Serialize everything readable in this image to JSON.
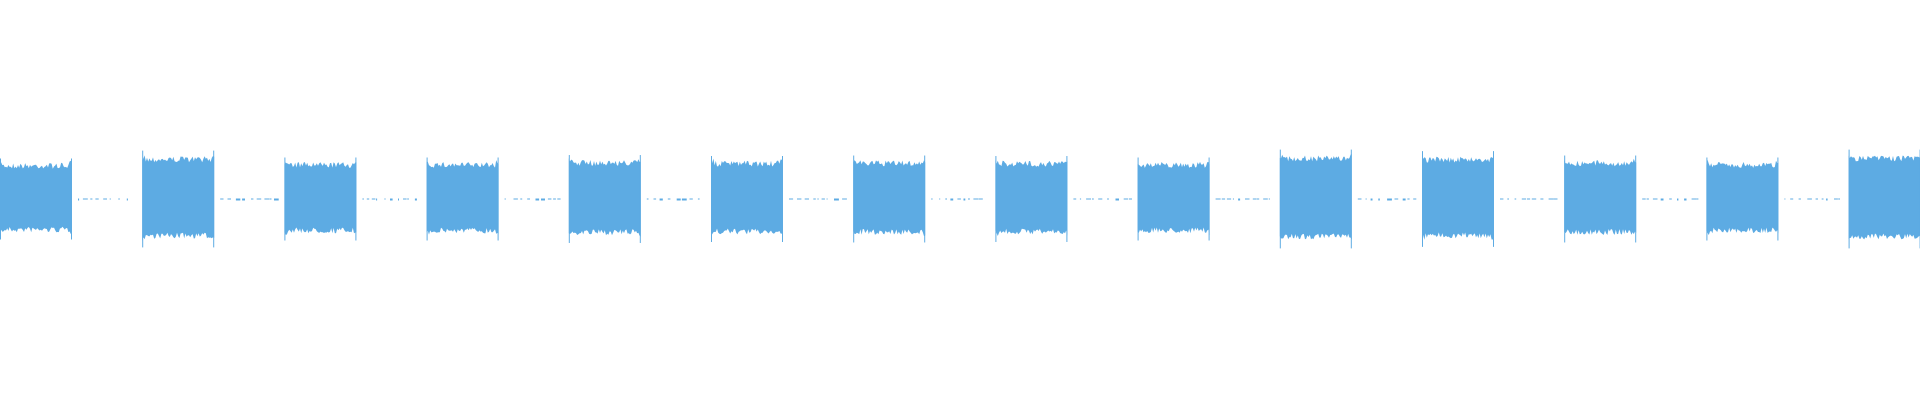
{
  "waveform": {
    "color": "#5dabe3",
    "segments": [
      {
        "index": 1,
        "amplitude": 0.82
      },
      {
        "index": 2,
        "amplitude": 0.98
      },
      {
        "index": 3,
        "amplitude": 0.84
      },
      {
        "index": 4,
        "amplitude": 0.84
      },
      {
        "index": 5,
        "amplitude": 0.89
      },
      {
        "index": 6,
        "amplitude": 0.87
      },
      {
        "index": 7,
        "amplitude": 0.88
      },
      {
        "index": 8,
        "amplitude": 0.87
      },
      {
        "index": 9,
        "amplitude": 0.84
      },
      {
        "index": 10,
        "amplitude": 1.0
      },
      {
        "index": 11,
        "amplitude": 0.97
      },
      {
        "index": 12,
        "amplitude": 0.88
      },
      {
        "index": 13,
        "amplitude": 0.84
      },
      {
        "index": 14,
        "amplitude": 1.0
      }
    ]
  }
}
